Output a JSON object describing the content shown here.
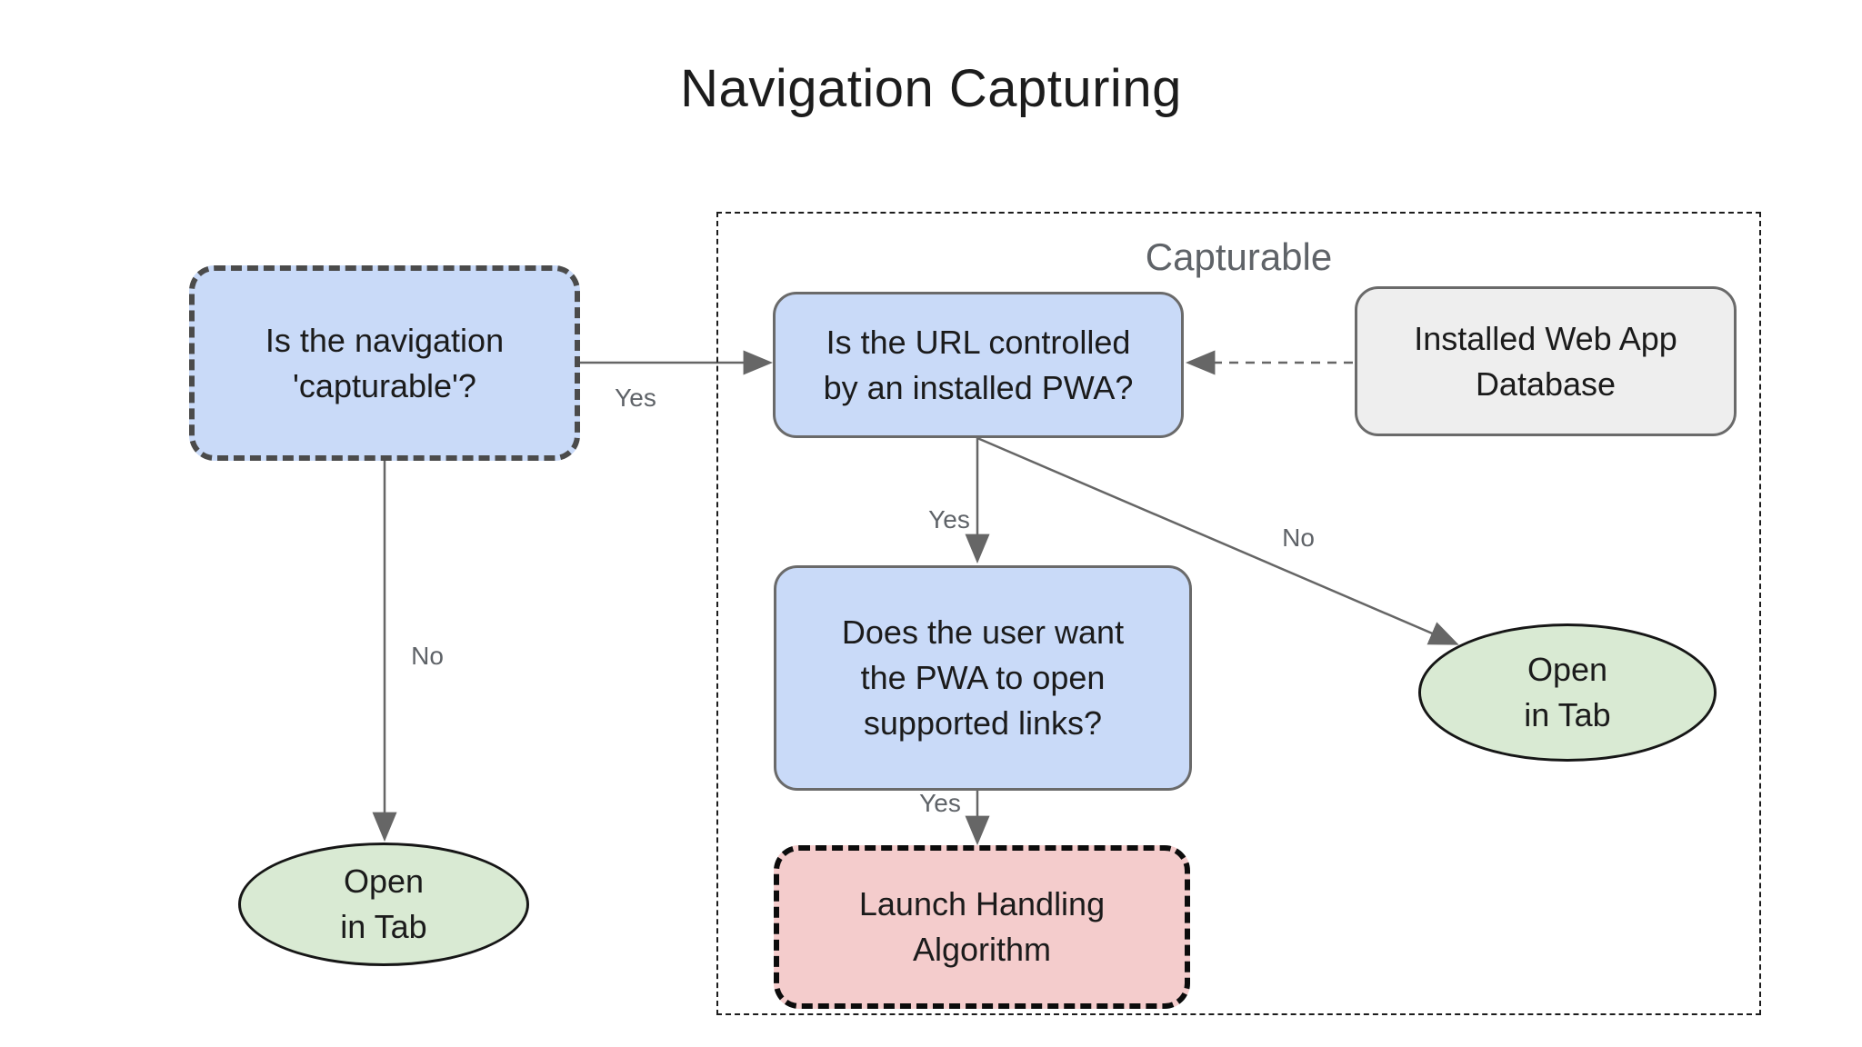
{
  "title": "Navigation Capturing",
  "group": {
    "label": "Capturable"
  },
  "nodes": {
    "capturable_q": {
      "lines": [
        "Is the navigation",
        "'capturable'?"
      ]
    },
    "url_q": {
      "lines": [
        "Is the URL controlled",
        "by an installed PWA?"
      ]
    },
    "database": {
      "lines": [
        "Installed Web App",
        "Database"
      ]
    },
    "user_q": {
      "lines": [
        "Does the user want",
        "the PWA to open",
        "supported links?"
      ]
    },
    "launch": {
      "lines": [
        "Launch Handling",
        "Algorithm"
      ]
    },
    "open_tab_left": {
      "lines": [
        "Open",
        "in Tab"
      ]
    },
    "open_tab_right": {
      "lines": [
        "Open",
        "in Tab"
      ]
    }
  },
  "edge_labels": {
    "capturable_yes": "Yes",
    "capturable_no": "No",
    "url_yes": "Yes",
    "url_no": "No",
    "user_yes": "Yes"
  },
  "colors": {
    "decision_fill": "#c9daf8",
    "terminal_fill": "#d9ead3",
    "process_fill": "#f4cccc",
    "data_fill": "#eeeeee",
    "connector": "#666666",
    "label_gray": "#5f6368",
    "dashed_border_dark": "#4b4b4b",
    "background": "#ffffff"
  }
}
